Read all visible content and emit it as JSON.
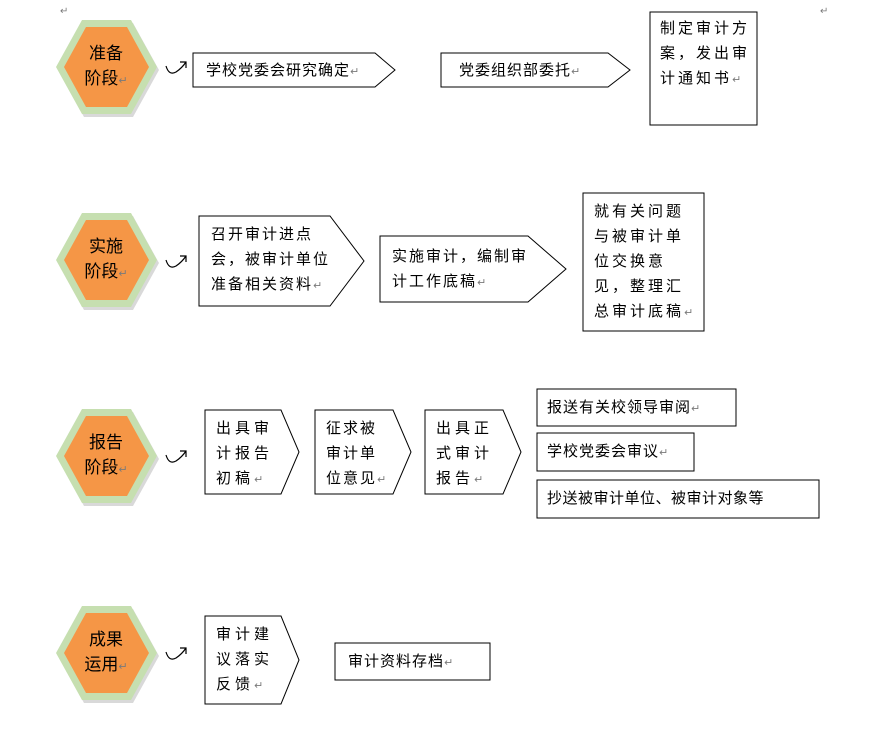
{
  "paragraph_mark": "↵",
  "stages": [
    {
      "line1": "准备",
      "line2": "阶段"
    },
    {
      "line1": "实施",
      "line2": "阶段"
    },
    {
      "line1": "报告",
      "line2": "阶段"
    },
    {
      "line1": "成果",
      "line2": "运用"
    }
  ],
  "rows": {
    "prepare": [
      "学校党委会研究确定",
      "党委组织部委托",
      "制定审计方案，发出审计通知书"
    ],
    "implement": [
      "召开审计进点会，被审计单位准备相关资料",
      "实施审计，编制审计工作底稿",
      "就有关问题与被审计单位交换意见，整理汇总审计底稿"
    ],
    "report": [
      "出具审计报告初稿",
      "征求被审计单位意见",
      "出具正式审计报告"
    ],
    "report_outputs": [
      "报送有关校领导审阅",
      "学校党委会审议",
      "抄送被审计单位、被审计对象等"
    ],
    "apply": [
      "审计建议落实反馈",
      "审计资料存档"
    ]
  }
}
